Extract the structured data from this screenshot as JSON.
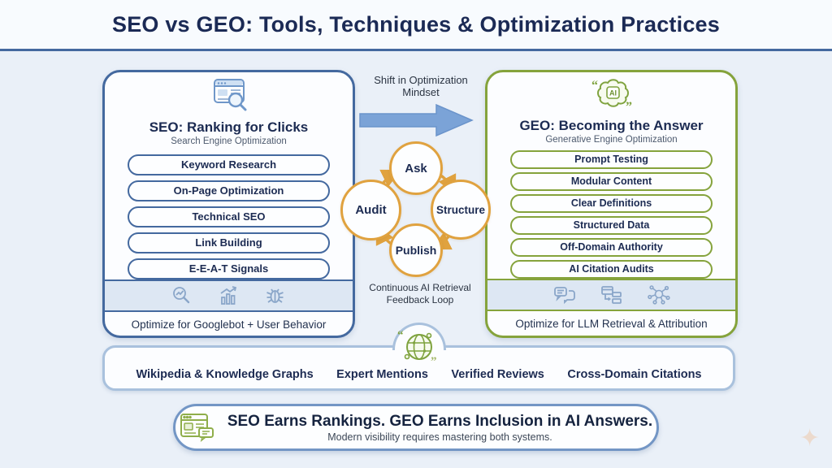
{
  "header": {
    "title": "SEO vs GEO: Tools, Techniques & Optimization Practices"
  },
  "seo_panel": {
    "title": "SEO: Ranking for Clicks",
    "subtitle": "Search Engine Optimization",
    "practices": [
      "Keyword Research",
      "On-Page Optimization",
      "Technical SEO",
      "Link Building",
      "E-E-A-T Signals"
    ],
    "icons": [
      "search-analytics-icon",
      "growth-chart-icon",
      "crawler-bug-icon"
    ],
    "footer": "Optimize for Googlebot + User Behavior"
  },
  "geo_panel": {
    "title": "GEO: Becoming the Answer",
    "subtitle": "Generative Engine Optimization",
    "practices": [
      "Prompt Testing",
      "Modular Content",
      "Clear Definitions",
      "Structured Data",
      "Off-Domain Authority",
      "AI Citation Audits"
    ],
    "icons": [
      "chat-bubbles-icon",
      "modular-blocks-icon",
      "network-nodes-icon"
    ],
    "footer": "Optimize for LLM Retrieval & Attribution"
  },
  "center": {
    "shift_label": "Shift in Optimization Mindset",
    "loop": {
      "steps": {
        "top": "Ask",
        "right": "Structure",
        "bottom": "Publish",
        "left": "Audit"
      },
      "caption": "Continuous AI Retrieval Feedback Loop"
    }
  },
  "citations": {
    "items": [
      "Wikipedia & Knowledge Graphs",
      "Expert Mentions",
      "Verified Reviews",
      "Cross-Domain Citations"
    ]
  },
  "banner": {
    "headline": "SEO Earns Rankings. GEO Earns Inclusion in AI Answers.",
    "subline": "Modern visibility requires mastering both systems."
  },
  "colors": {
    "seo_blue": "#44699f",
    "geo_green": "#85a33c",
    "loop_orange": "#e0a23f",
    "arrow_blue": "#7ba3d7",
    "navy_text": "#1c2b52",
    "band_bg": "#dde7f3",
    "citations_border": "#a9c1dd",
    "banner_border": "#7396c5",
    "page_bg": "#eaf0f8"
  }
}
